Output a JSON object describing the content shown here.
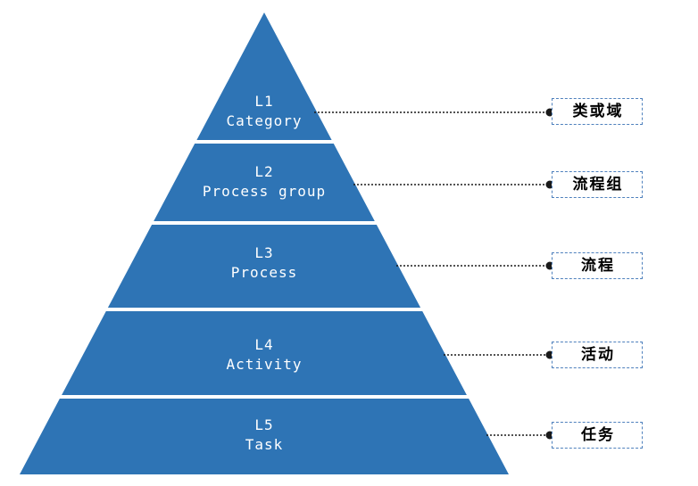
{
  "colors": {
    "pyramid_fill": "#2e74b5",
    "box_border": "#4f81bd",
    "connector": "#1a1a1a",
    "level_text": "#ffffff",
    "box_text": "#000000",
    "background": "#ffffff"
  },
  "diagram": {
    "type": "pyramid-hierarchy",
    "levels": [
      {
        "id": "L1",
        "name": "Category",
        "annotation": "类或域"
      },
      {
        "id": "L2",
        "name": "Process group",
        "annotation": "流程组"
      },
      {
        "id": "L3",
        "name": "Process",
        "annotation": "流程"
      },
      {
        "id": "L4",
        "name": "Activity",
        "annotation": "活动"
      },
      {
        "id": "L5",
        "name": "Task",
        "annotation": "任务"
      }
    ]
  }
}
